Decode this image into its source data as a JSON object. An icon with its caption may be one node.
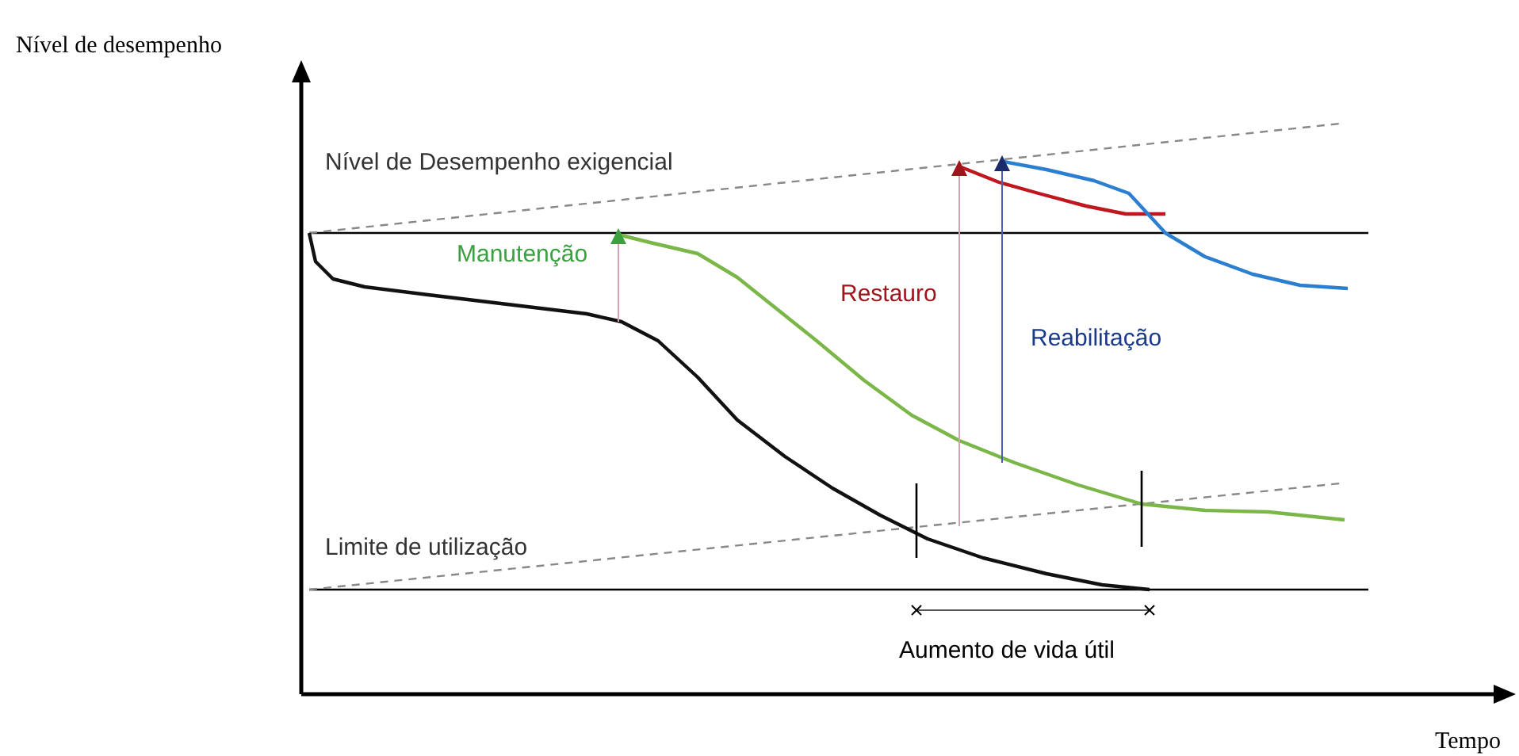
{
  "diagram": {
    "labels": [
      "Nível de desempenho",
      "Tempo",
      "Nível de Desempenho exigencial",
      "Manutenção",
      "Restauro",
      "Reabilitação",
      "Limite de utilização",
      "Aumento de vida útil"
    ]
  }
}
